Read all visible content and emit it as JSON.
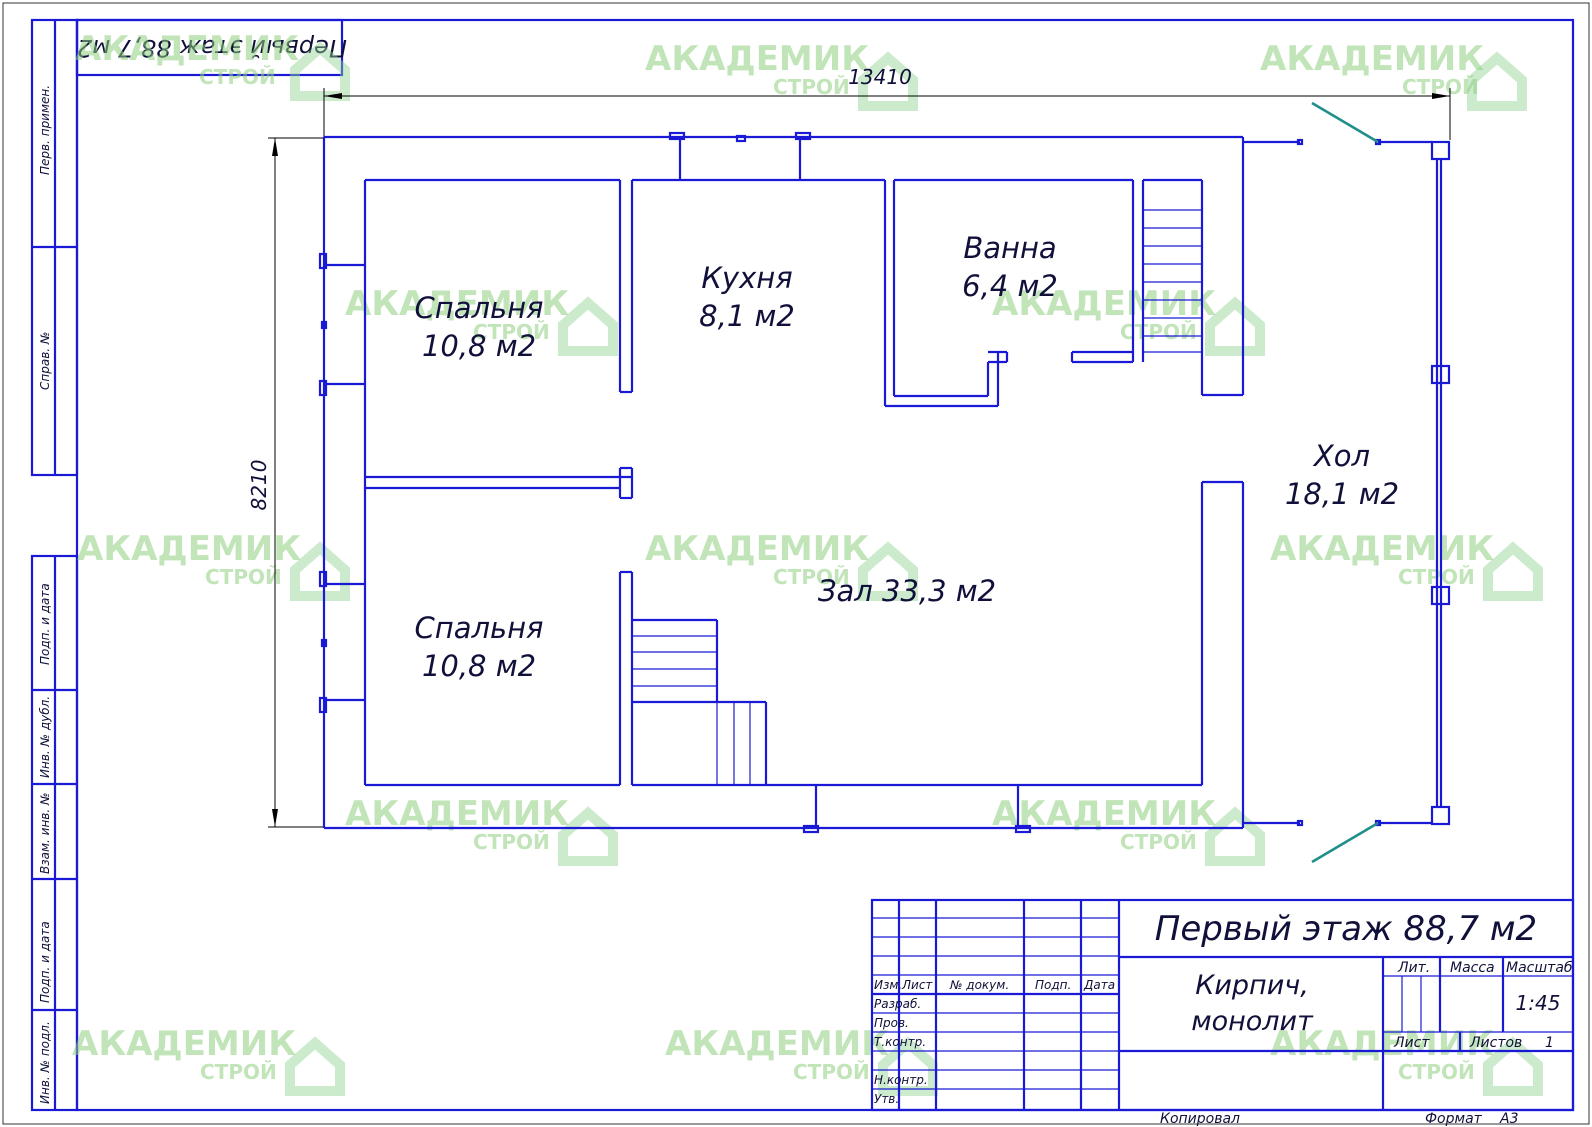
{
  "corner_title": "Первый этаж 88,7 м2",
  "dimensions": {
    "width": "13410",
    "height": "8210"
  },
  "rooms": [
    {
      "id": "bedroom-1",
      "name": "Спальня",
      "area": "10,8 м2"
    },
    {
      "id": "kitchen",
      "name": "Кухня",
      "area": "8,1 м2"
    },
    {
      "id": "bath",
      "name": "Ванна",
      "area": "6,4 м2"
    },
    {
      "id": "hall",
      "name": "Хол",
      "area": "18,1 м2"
    },
    {
      "id": "living",
      "name": "Зал 33,3 м2",
      "area": ""
    },
    {
      "id": "bedroom-2",
      "name": "Спальня",
      "area": "10,8 м2"
    }
  ],
  "side_stamp": [
    "Перв. примен.",
    "Справ. №",
    "Подп. и дата",
    "Инв. № дубл.",
    "Взам. инв. №",
    "Подп. и дата",
    "Инв. № подл."
  ],
  "title_block": {
    "title": "Первый этаж 88,7 м2",
    "material_line1": "Кирпич,",
    "material_line2": "монолит",
    "header_cols": [
      "Изм.",
      "Лист",
      "№ докум.",
      "Подп.",
      "Дата"
    ],
    "roles": [
      "Разраб.",
      "Пров.",
      "Т.контр.",
      "",
      "Н.контр.",
      "Утв."
    ],
    "lit_label": "Лит.",
    "mass_label": "Масса",
    "scale_label": "Масштаб",
    "scale_value": "1:45",
    "sheet_label": "Лист",
    "sheets_label": "Листов",
    "sheets_value": "1"
  },
  "footer": {
    "copied": "Копировал",
    "format_label": "Формат",
    "format_value": "А3"
  },
  "watermark": {
    "line1": "АКАДЕМИК",
    "line2": "СТРОЙ"
  },
  "colors": {
    "line": "#1a1ad6",
    "door": "#1f8f8a",
    "watermark": "#8fcf7f"
  }
}
